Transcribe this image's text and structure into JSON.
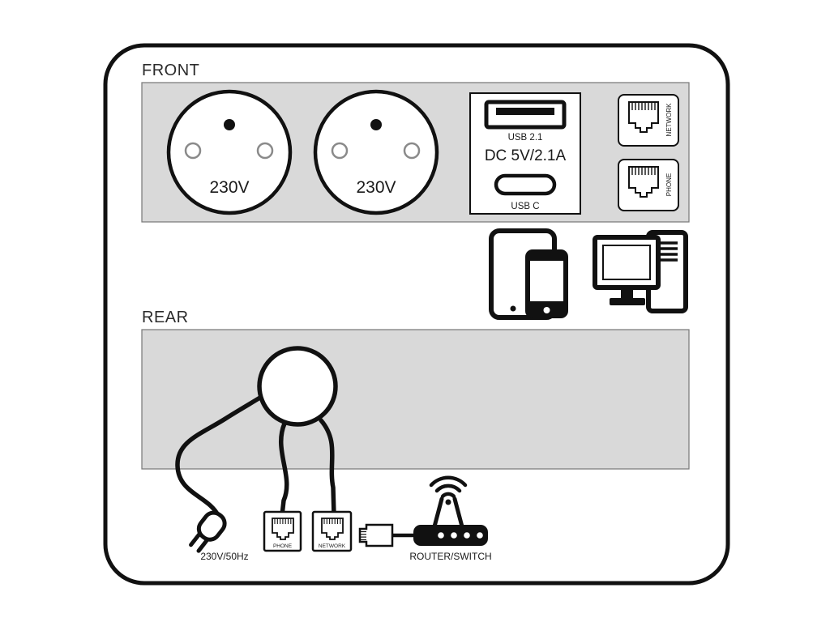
{
  "diagram": {
    "front": {
      "label": "FRONT",
      "socket_label": "230V",
      "usb": {
        "usb_a_label": "USB 2.1",
        "dc_label": "DC 5V/2.1A",
        "usb_c_label": "USB C"
      },
      "jacks": {
        "network": "NETWORK",
        "phone": "PHONE"
      }
    },
    "rear": {
      "label": "REAR"
    },
    "bottom": {
      "power": "230V/50Hz",
      "phone_jack": "PHONE",
      "network_jack": "NETWORK",
      "router": "ROUTER/SWITCH"
    },
    "colors": {
      "panel_gray": "#d9d9d9",
      "ink": "#111111",
      "hole_gray": "#8a8a8a"
    },
    "icons": {
      "socket": "power-socket-icon",
      "usb_a": "usb-a-port-icon",
      "usb_c": "usb-c-port-icon",
      "rj45": "rj45-jack-icon",
      "tablet": "tablet-icon",
      "phone": "smartphone-icon",
      "computer": "desktop-computer-icon",
      "plug": "power-plug-icon",
      "ethernet": "ethernet-connector-icon",
      "router": "wifi-router-icon",
      "wifi": "wifi-signal-icon"
    }
  }
}
